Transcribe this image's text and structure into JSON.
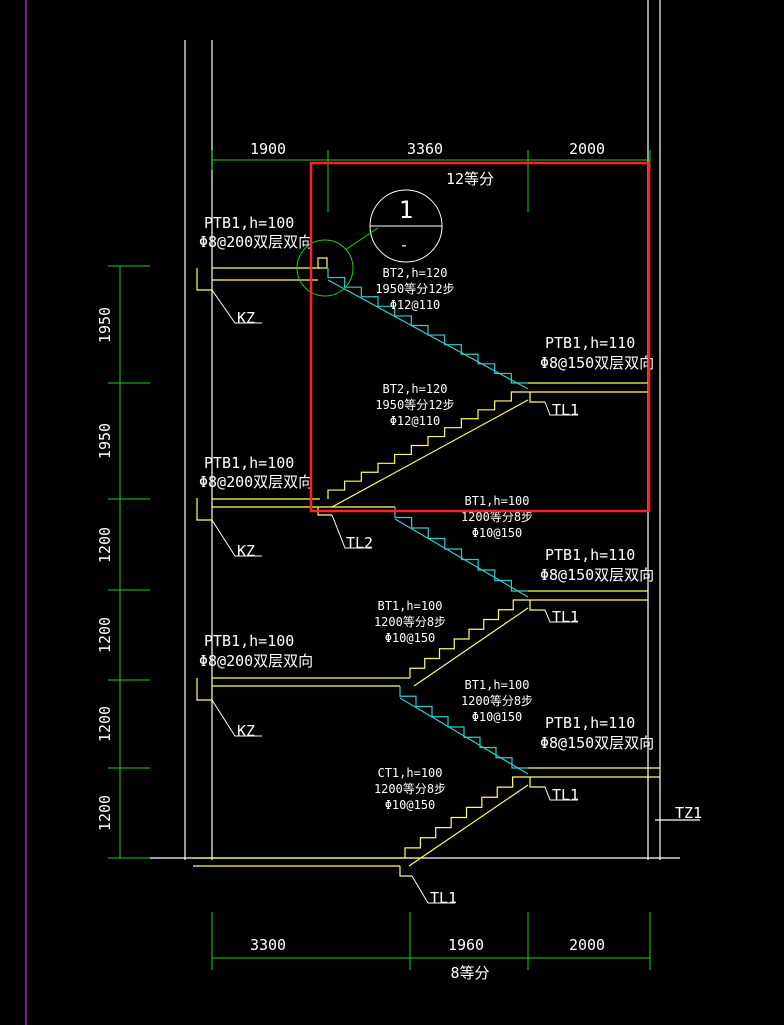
{
  "colors": {
    "background": "#000000",
    "wall": "#ffffff",
    "slab": "#ffff66",
    "soffit": "#33cccc",
    "dimension": "#22cc22",
    "selection": "#ff2020",
    "left_edge": "#cc33cc"
  },
  "dims": {
    "top": [
      "1900",
      "3360",
      "2000"
    ],
    "top_division": "12等分",
    "left": [
      "1950",
      "1950",
      "1200",
      "1200",
      "1200",
      "1200"
    ],
    "bottom": [
      "3300",
      "1960",
      "2000"
    ],
    "bottom_division": "8等分"
  },
  "section_marker": {
    "number": "1",
    "sheet": "-"
  },
  "labels": {
    "ptb1_100": "PTB1,h=100",
    "ptb1_110": "PTB1,h=110",
    "rebar_200": "Φ8@200双层双向",
    "rebar_150": "Φ8@150双层双向",
    "kz": "KZ",
    "tl1": "TL1",
    "tl2": "TL2",
    "tz1": "TZ1"
  },
  "flights": {
    "bt2_upper": {
      "name": "BT2,h=120",
      "steps": "1950等分12步",
      "rebar": "Φ12@110"
    },
    "bt2_lower": {
      "name": "BT2,h=120",
      "steps": "1950等分12步",
      "rebar": "Φ12@110"
    },
    "bt1_a": {
      "name": "BT1,h=100",
      "steps": "1200等分8步",
      "rebar": "Φ10@150"
    },
    "bt1_b": {
      "name": "BT1,h=100",
      "steps": "1200等分8步",
      "rebar": "Φ10@150"
    },
    "bt1_c": {
      "name": "BT1,h=100",
      "steps": "1200等分8步",
      "rebar": "Φ10@150"
    },
    "ct1": {
      "name": "CT1,h=100",
      "steps": "1200等分8步",
      "rebar": "Φ10@150"
    }
  }
}
